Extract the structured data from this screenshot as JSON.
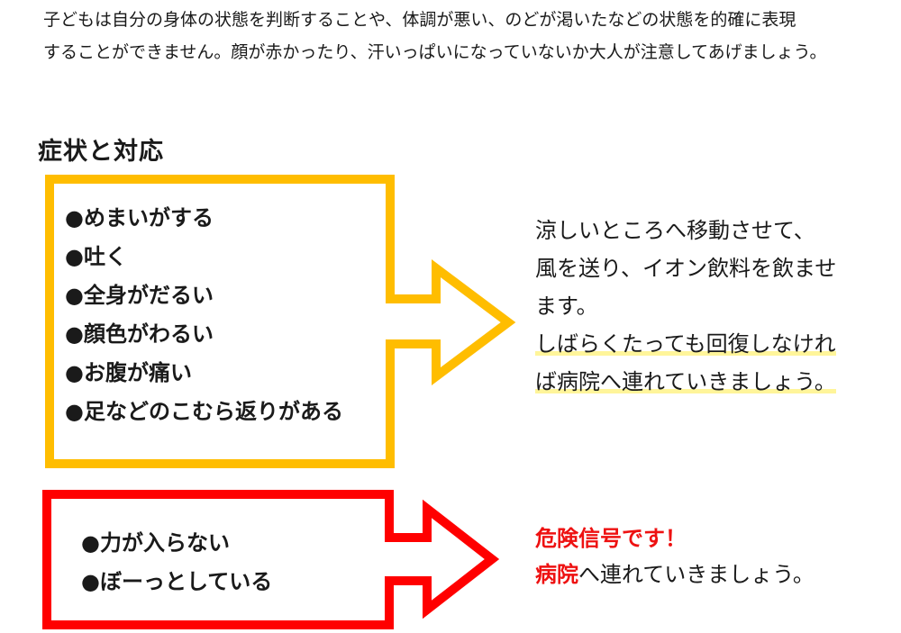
{
  "intro": {
    "line1": "子どもは自分の身体の状態を判断することや、体調が悪い、のどが渇いたなどの状態を的確に表現",
    "line2": "することができません。顔が赤かったり、汗いっぱいになっていないか大人が注意してあげましょう。"
  },
  "section_title": "症状と対応",
  "colors": {
    "orange_arrow": "#ffbd00",
    "red_arrow": "#ff0000",
    "highlight": "#fff59a",
    "danger_text": "#ee1111"
  },
  "group_mild": {
    "bullet": "●",
    "symptoms": [
      "めまいがする",
      "吐く",
      "全身がだるい",
      "顔色がわるい",
      "お腹が痛い",
      "足などのこむら返りがある"
    ],
    "response": {
      "line1": "涼しいところへ移動させて、",
      "line2": "風を送り、イオン飲料を飲ませ",
      "line3": "ます。",
      "line4": "しばらくたっても回復しなけれ",
      "line5": "ば病院へ連れていきましょう。"
    }
  },
  "group_severe": {
    "bullet": "●",
    "symptoms": [
      "力が入らない",
      "ぼーっとしている"
    ],
    "response": {
      "danger": "危険信号です！",
      "hospital": "病院",
      "rest": "へ連れていきましょう。"
    }
  }
}
